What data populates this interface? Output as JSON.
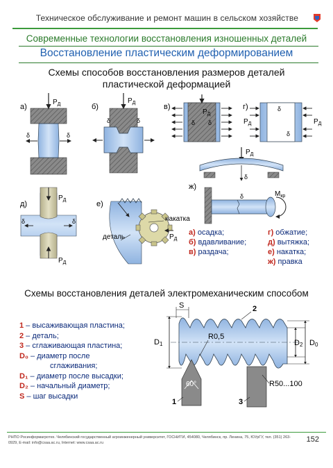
{
  "header": {
    "text": "Техническое обслуживание и ремонт машин в сельском хозяйстве"
  },
  "subtitle": "Современные технологии восстановления изношенных деталей",
  "heading": "Восстановление пластическим деформированием",
  "section1": {
    "title_line1": "Схемы способов восстановления размеров деталей",
    "title_line2": "пластической деформацией",
    "labels": {
      "a": "а)",
      "b": "б)",
      "v": "в)",
      "g": "г)",
      "d": "д)",
      "e": "е)",
      "zh": "ж)"
    },
    "force": "Р",
    "force_sub": "Д",
    "moment": "М",
    "moment_sub": "кр",
    "delta": "δ",
    "tool_label": "накатка",
    "part_label": "деталь",
    "legend": [
      {
        "key": "а)",
        "text": " осадка;"
      },
      {
        "key": "б)",
        "text": " вдавливание;"
      },
      {
        "key": "в)",
        "text": " раздача;"
      },
      {
        "key": "г)",
        "text": " обжатие;"
      },
      {
        "key": "д)",
        "text": " вытяжка;"
      },
      {
        "key": "е)",
        "text": " накатка;"
      },
      {
        "key": "ж)",
        "text": " правка"
      }
    ]
  },
  "section2": {
    "title": "Схемы восстановления деталей электромеханическим способом",
    "legend": [
      {
        "key": "1",
        "text": " – высаживающая пластина;"
      },
      {
        "key": "2",
        "text": " – деталь;"
      },
      {
        "key": "3",
        "text": " – сглаживающая пластина;"
      },
      {
        "key": "D₀",
        "text": " – диаметр после"
      },
      {
        "key": "",
        "text": "сглаживания;"
      },
      {
        "key": "D₁",
        "text": " – диаметр после высадки;"
      },
      {
        "key": "D₂",
        "text": " – начальный диаметр;"
      },
      {
        "key": "S",
        "text": " – шаг высадки"
      }
    ],
    "dims": {
      "S": "S",
      "R": "R0,5",
      "angle": "60°",
      "R2": "R50...100",
      "D1": "D",
      "D1sub": "1",
      "D2": "D",
      "D2sub": "2",
      "D0": "D",
      "D0sub": "0",
      "n1": "1",
      "n2": "2",
      "n3": "3"
    }
  },
  "footer": {
    "text": "РНПО Росинформагротех. Челябинский государственный агроинженерный университет, ГОСНИТИ, 454080, Челябинск, пр. Ленина, 75, ЮУрГУ, тел. (351) 263-0929, E-mail: info@csaa.ac.ru, Internet: www.csaa.ac.ru",
    "page": "152"
  },
  "colors": {
    "accent_green": "#2a7a2a",
    "heading_blue": "#2060b0",
    "part_blue": "#a9c6ea",
    "die_gray": "#7c7c7c",
    "red": "#c0281e"
  }
}
